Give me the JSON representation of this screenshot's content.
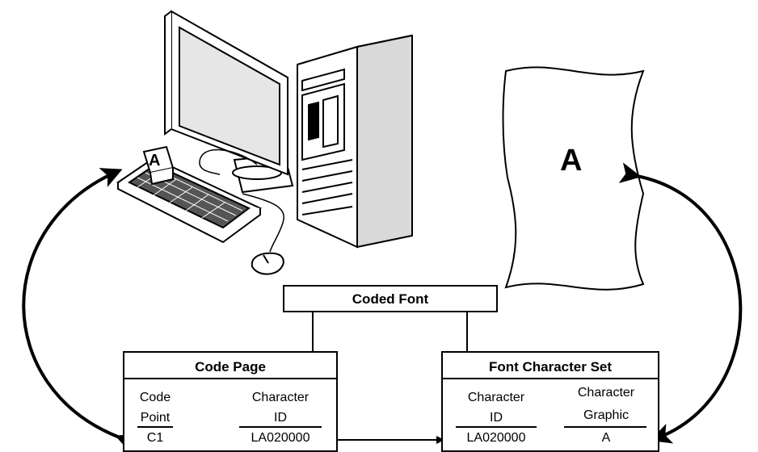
{
  "keyboard_key": {
    "letter": "A"
  },
  "printed_page": {
    "letter": "A"
  },
  "coded_font": {
    "label": "Coded Font"
  },
  "code_page": {
    "title": "Code Page",
    "col1_header": [
      "Code",
      "Point"
    ],
    "col2_header": [
      "Character",
      "ID"
    ],
    "row": [
      "C1",
      "LA020000"
    ]
  },
  "font_character_set": {
    "title": "Font Character Set",
    "col1_header": [
      "Character",
      "ID"
    ],
    "col2_header": [
      "Character",
      "Graphic"
    ],
    "row": [
      "LA020000",
      "A"
    ]
  },
  "icons": [
    "monitor-icon",
    "tower-computer-icon",
    "keyboard-icon",
    "mouse-icon",
    "printed-page-icon"
  ]
}
